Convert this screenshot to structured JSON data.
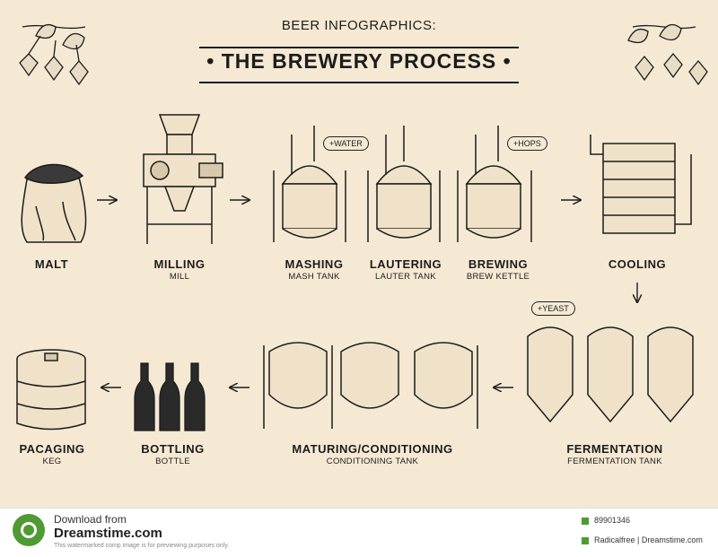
{
  "header": {
    "subtitle": "BEER INFOGRAPHICS:",
    "title": "• THE BREWERY PROCESS •"
  },
  "steps": [
    {
      "name": "MALT",
      "sub": ""
    },
    {
      "name": "MILLING",
      "sub": "MILL"
    },
    {
      "name": "MASHING",
      "sub": "MASH TANK"
    },
    {
      "name": "LAUTERING",
      "sub": "LAUTER TANK"
    },
    {
      "name": "BREWING",
      "sub": "BREW KETTLE"
    },
    {
      "name": "COOLING",
      "sub": ""
    },
    {
      "name": "FERMENTATION",
      "sub": "FERMENTATION TANK"
    },
    {
      "name": "MATURING/CONDITIONING",
      "sub": "CONDITIONING TANK"
    },
    {
      "name": "BOTTLING",
      "sub": "BOTTLE"
    },
    {
      "name": "PACAGING",
      "sub": "KEG"
    }
  ],
  "notes": {
    "water": "+WATER",
    "hops": "+HOPS",
    "yeast": "+YEAST"
  },
  "footer": {
    "download": "Download from",
    "site": "Dreamstime.com",
    "disclaimer": "This watermarked comp image is for previewing purposes only.",
    "image_id": "89901346",
    "license": "Radicalfree | Dreamstime.com"
  },
  "colors": {
    "background": "#f5e9d4",
    "ink": "#1c1c1c",
    "brand": "#4f9a32"
  }
}
